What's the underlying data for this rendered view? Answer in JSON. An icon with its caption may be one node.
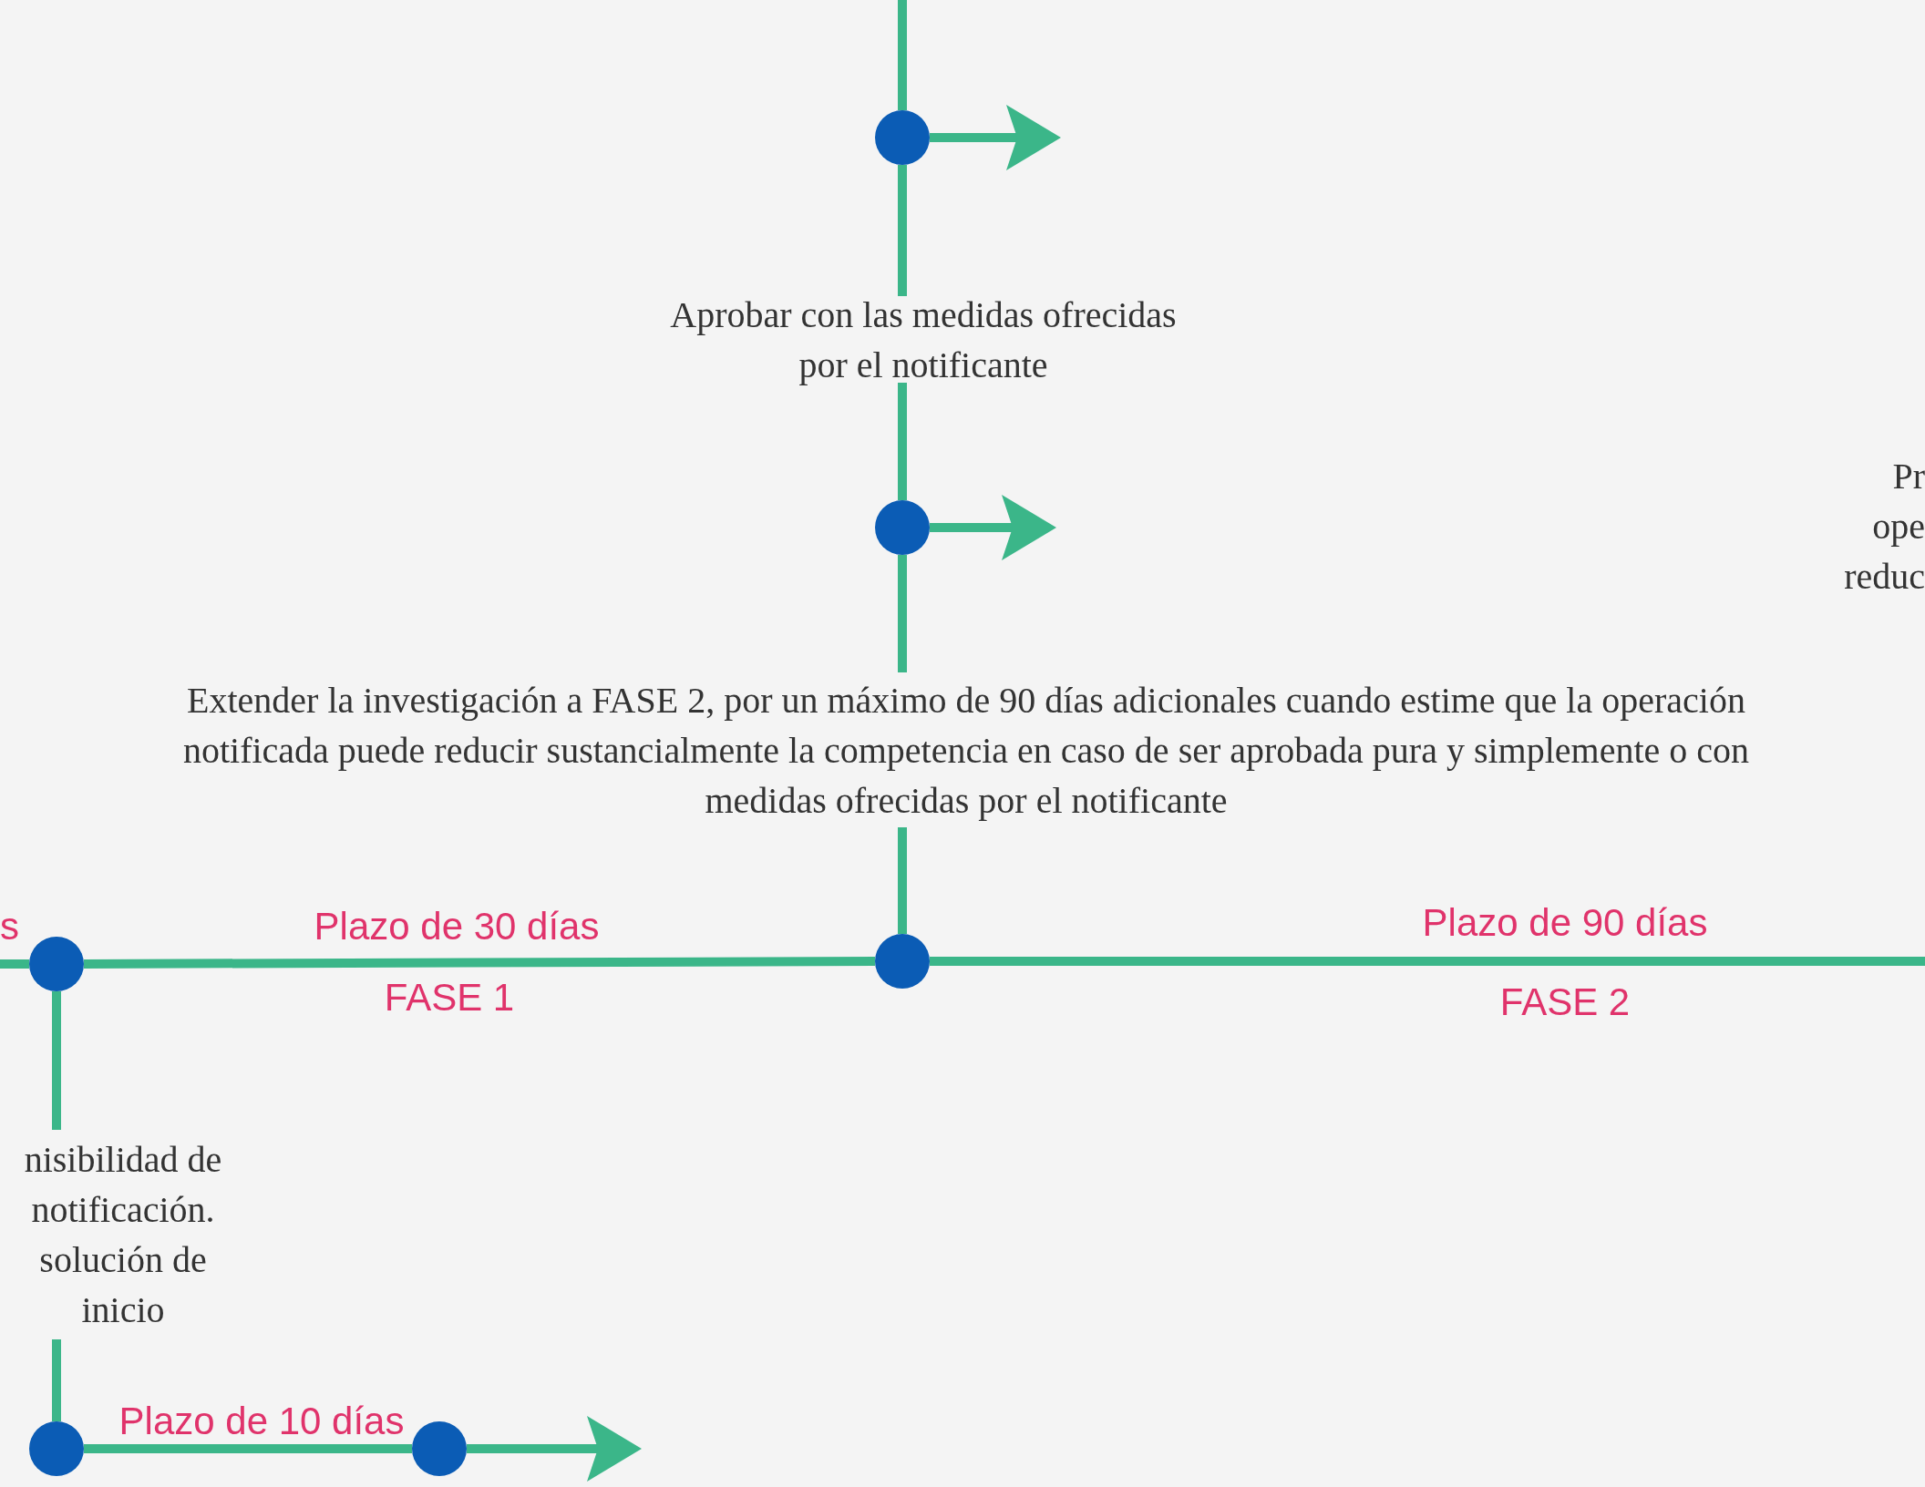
{
  "diagram": {
    "nodes": [
      {
        "text": [],
        "shape": "circle"
      },
      {
        "text": [
          "Aprobar con las medidas ofrecidas por el notificante"
        ]
      },
      {
        "text": [],
        "shape": "circle"
      },
      {
        "text": [
          "Extender la investigación a FASE 2, por un máximo de 90 días adicionales cuando estime que  la operación notificada puede reducir sustancialmente la competencia en caso de ser aprobada pura y simplemente o con medidas ofrecidas por el notificante"
        ]
      },
      {
        "text": [],
        "shape": "circle"
      },
      {
        "text": [],
        "shape": "circle"
      },
      {
        "text": [
          "nisibilidad de notificación. solución de inicio"
        ]
      },
      {
        "text": [],
        "shape": "circle"
      },
      {
        "text": [],
        "shape": "circle"
      }
    ],
    "edges": [
      {
        "from": null,
        "to": 0,
        "arrow": "none"
      },
      {
        "from": 0,
        "to": 1,
        "arrow": "none"
      },
      {
        "from": 1,
        "to": 2,
        "arrow": "none"
      },
      {
        "from": 2,
        "to": 3,
        "arrow": "none"
      },
      {
        "from": 3,
        "to": 4,
        "arrow": "none"
      },
      {
        "from": 0,
        "to": null,
        "arrow": "to"
      },
      {
        "from": 2,
        "to": null,
        "arrow": "to"
      },
      {
        "from": null,
        "to": 5,
        "arrow": "none"
      },
      {
        "from": 5,
        "to": 4,
        "arrow": "none"
      },
      {
        "from": 4,
        "to": null,
        "arrow": "none"
      },
      {
        "from": 5,
        "to": 6,
        "arrow": "none"
      },
      {
        "from": 6,
        "to": 7,
        "arrow": "none"
      },
      {
        "from": 7,
        "to": 8,
        "arrow": "none"
      },
      {
        "from": 8,
        "to": null,
        "arrow": "to"
      }
    ],
    "labels": [
      "s",
      "Plazo de 30 días",
      "FASE 1",
      "Plazo de 90 días",
      "FASE 2",
      "Plazo de 10 días",
      "Pr ope reduc"
    ]
  }
}
